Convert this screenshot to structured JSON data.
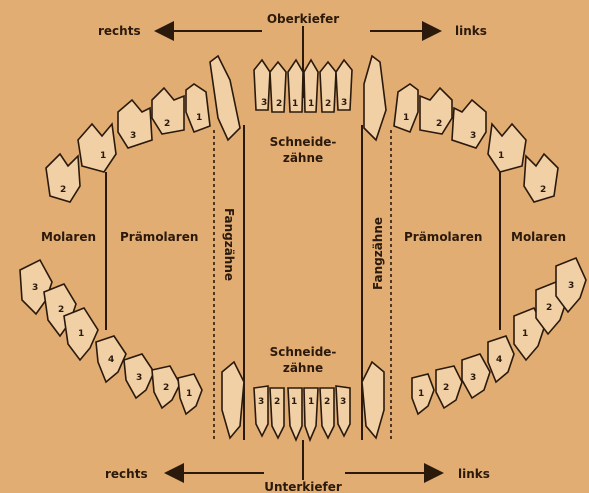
{
  "upper": {
    "title": "Oberkiefer",
    "right_label": "rechts",
    "left_label": "links"
  },
  "lower": {
    "title": "Unterkiefer",
    "right_label": "rechts",
    "left_label": "links"
  },
  "groups": {
    "molars": "Molaren",
    "premolars_right": "Prämolaren",
    "premolars_left": "Prämolaren",
    "canines": "Fangzähne",
    "incisors_upper_line1": "Schneide-",
    "incisors_upper_line2": "zähne",
    "incisors_lower_line1": "Schneide-",
    "incisors_lower_line2": "zähne"
  },
  "tooth_numbers": {
    "upper_incisors": [
      "3",
      "2",
      "1",
      "1",
      "2",
      "3"
    ],
    "lower_incisors": [
      "3",
      "2",
      "1",
      "1",
      "2",
      "3"
    ],
    "upper_right_premolars": [
      "3",
      "2",
      "1"
    ],
    "upper_right_molars": [
      "1",
      "2"
    ],
    "upper_left_premolars": [
      "1",
      "2",
      "3"
    ],
    "upper_left_molars": [
      "1",
      "2"
    ],
    "lower_right_molars": [
      "3",
      "2",
      "1"
    ],
    "lower_right_premolars": [
      "4",
      "3",
      "2",
      "1"
    ],
    "lower_left_premolars": [
      "1",
      "2",
      "3",
      "4"
    ],
    "lower_left_molars": [
      "1",
      "2",
      "3"
    ]
  }
}
